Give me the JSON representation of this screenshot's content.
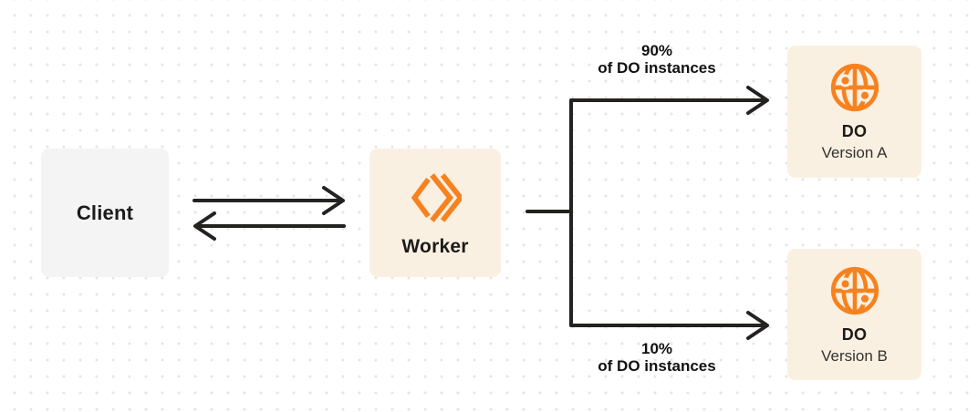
{
  "colors": {
    "background": "#FFFFFF",
    "dot_grid": "#E5E5E5",
    "client_box": "#F4F4F5",
    "cream_box": "#FAF0E2",
    "orange": "#F6821F",
    "line": "#232220",
    "text_primary": "#1C1B19",
    "text_secondary": "#34322E"
  },
  "nodes": {
    "client": {
      "label": "Client"
    },
    "worker": {
      "label": "Worker",
      "icon": "workers-chevrons-icon"
    },
    "do_a": {
      "title": "DO",
      "subtitle": "Version A",
      "icon": "durable-object-globe-icon"
    },
    "do_b": {
      "title": "DO",
      "subtitle": "Version B",
      "icon": "durable-object-globe-icon"
    }
  },
  "edges": {
    "client_worker": {
      "type": "bidirectional-arrows"
    },
    "worker_split": {
      "type": "branch-connector"
    },
    "branch_a": {
      "percent": "90%",
      "caption": "of DO instances"
    },
    "branch_b": {
      "percent": "10%",
      "caption": "of DO instances"
    }
  }
}
